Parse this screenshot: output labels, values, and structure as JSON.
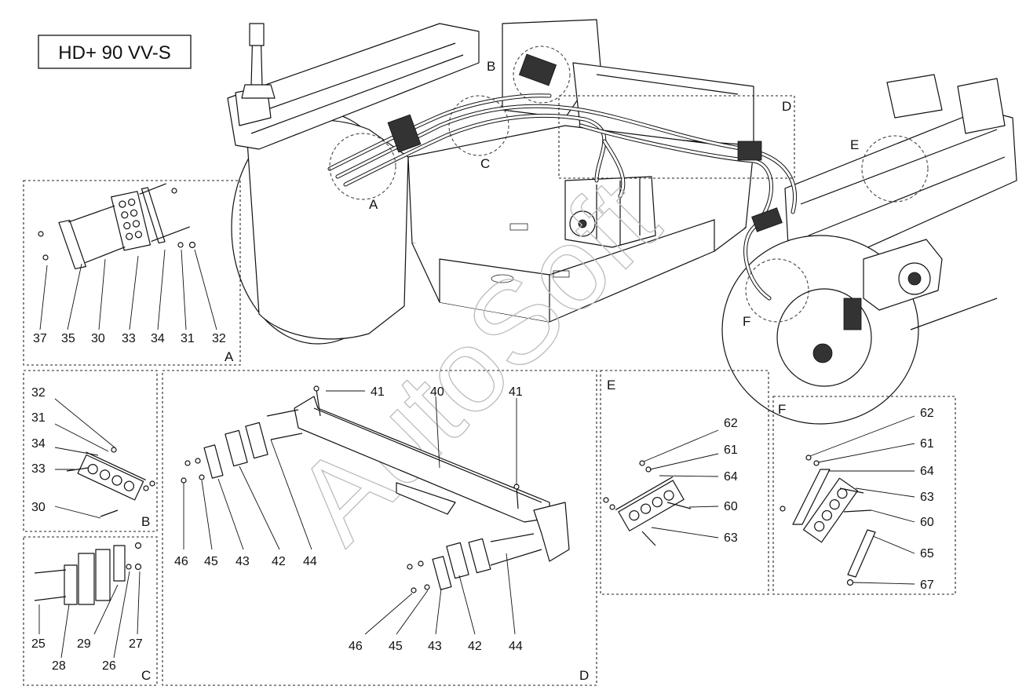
{
  "title": "HD+ 90 VV-S",
  "watermark": "AutoSoft",
  "detail_markers": [
    "A",
    "B",
    "C",
    "D",
    "E",
    "F"
  ],
  "panels": {
    "A": {
      "letter": "A",
      "labels": [
        "37",
        "35",
        "30",
        "33",
        "34",
        "31",
        "32"
      ]
    },
    "B": {
      "letter": "B",
      "labels": [
        "32",
        "31",
        "34",
        "33",
        "30"
      ]
    },
    "C": {
      "letter": "C",
      "labels": [
        "25",
        "28",
        "29",
        "26",
        "27"
      ]
    },
    "D": {
      "letter": "D",
      "labels": [
        "41",
        "40",
        "41",
        "46",
        "45",
        "43",
        "42",
        "44",
        "46",
        "45",
        "43",
        "42",
        "44"
      ]
    },
    "E": {
      "letter": "E",
      "labels": [
        "62",
        "61",
        "64",
        "60",
        "63"
      ]
    },
    "F": {
      "letter": "F",
      "labels": [
        "62",
        "61",
        "64",
        "63",
        "60",
        "65",
        "67"
      ]
    }
  }
}
